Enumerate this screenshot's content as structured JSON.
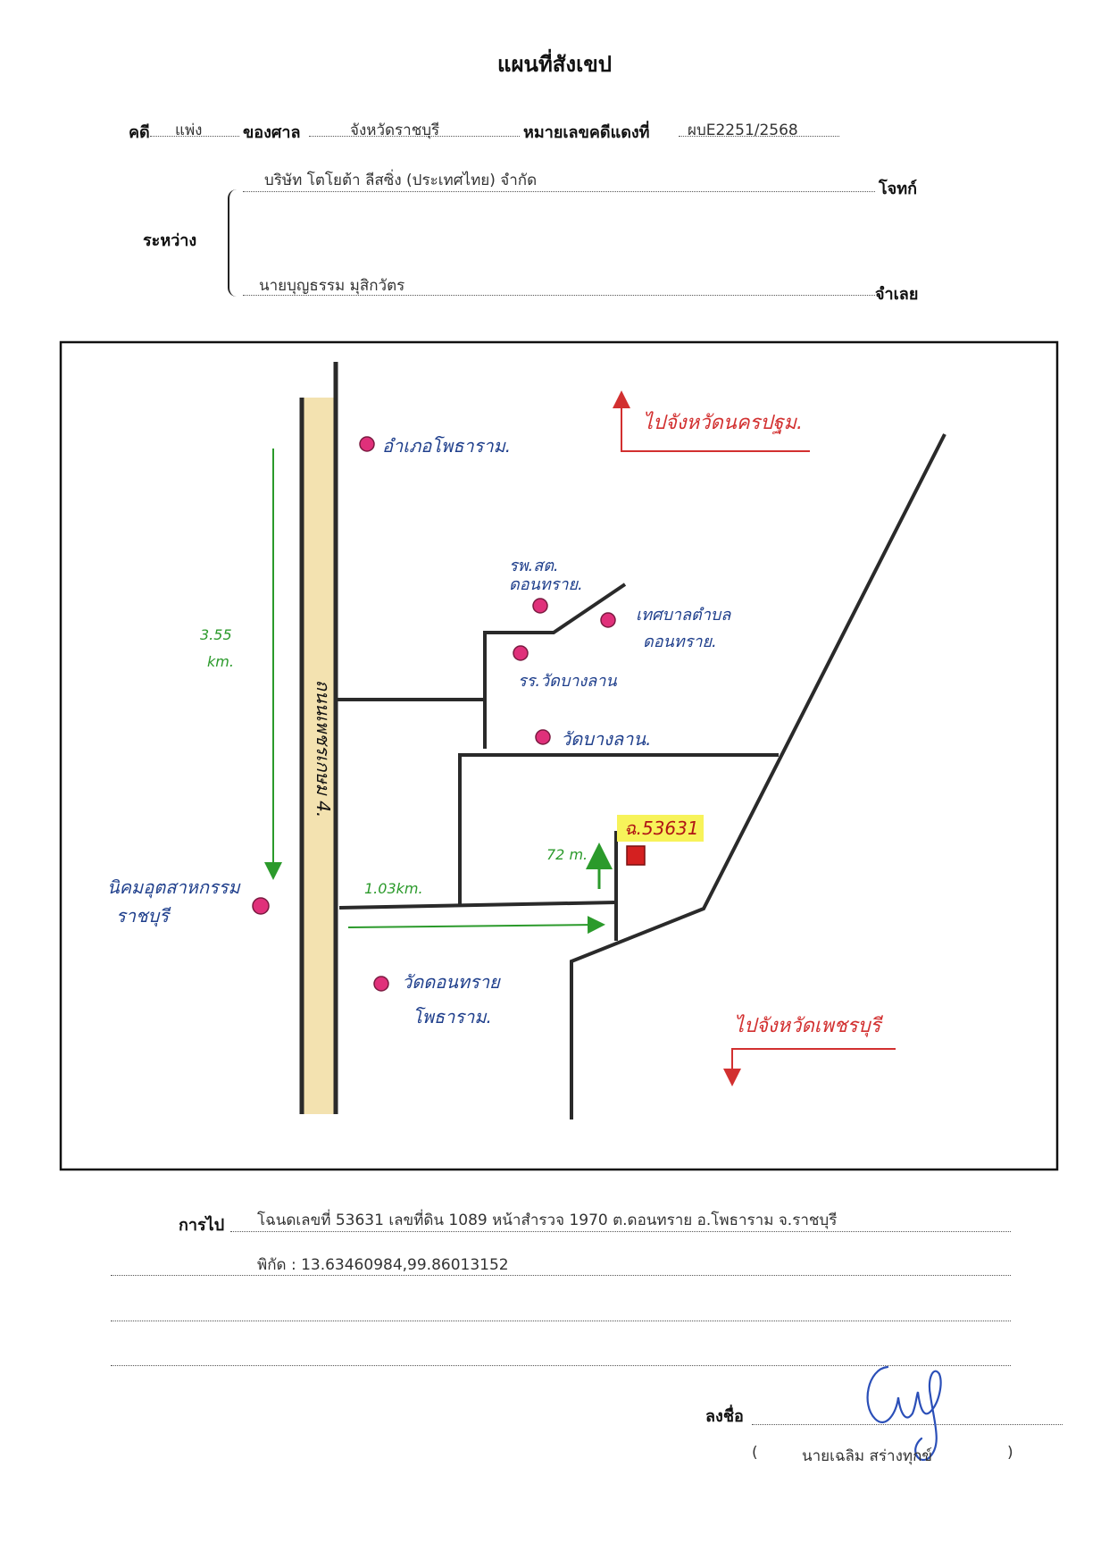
{
  "header": {
    "title": "แผนที่สังเขป",
    "case_label": "คดี",
    "case_type": "แพ่ง",
    "court_label": "ของศาล",
    "court_name": "จังหวัดราชบุรี",
    "red_case_label": "หมายเลขคดีแดงที่",
    "red_case_no": "ผบE2251/2568"
  },
  "parties": {
    "between_label": "ระหว่าง",
    "plaintiff_name": "บริษัท โตโยต้า ลีสซิ่ง (ประเทศไทย) จำกัด",
    "plaintiff_label": "โจทก์",
    "defendant_name": "นายบุญธรรม มุสิกวัตร",
    "defendant_label": "จำเลย"
  },
  "map": {
    "road_label": "ถนนเพชรเกษม 4.",
    "places": [
      {
        "key": "district",
        "text": "อำเภอโพธาราม."
      },
      {
        "key": "hospital_1",
        "text": "รพ.สต."
      },
      {
        "key": "hospital_2",
        "text": "ดอนทราย."
      },
      {
        "key": "municipal_1",
        "text": "เทศบาลตำบล"
      },
      {
        "key": "municipal_2",
        "text": "ดอนทราย."
      },
      {
        "key": "school",
        "text": "รร.วัดบางลาน"
      },
      {
        "key": "temple_banglan",
        "text": "วัดบางลาน."
      },
      {
        "key": "estate_1",
        "text": "นิคมอุตสาหกรรม"
      },
      {
        "key": "estate_2",
        "text": "ราชบุรี"
      },
      {
        "key": "temple_donsai_1",
        "text": "วัดดอนทราย"
      },
      {
        "key": "temple_donsai_2",
        "text": "โพธาราม."
      }
    ],
    "distance_vertical_1": "3.55",
    "distance_vertical_2": "km.",
    "distance_horizontal": "1.03km.",
    "distance_short": "72 m.",
    "target_label": "ฉ.53631",
    "to_north": "ไปจังหวัดนครปฐม.",
    "to_south": "ไปจังหวัดเพชรบุรี",
    "colors": {
      "pin": "#e0307a",
      "road": "#2a2a2a",
      "road_fill": "#f3e2b0",
      "distance": "#2b9a2b",
      "direction": "#d23030",
      "target": "#d42020",
      "highlight": "#f7f35a"
    }
  },
  "footer": {
    "directions_label": "การไป",
    "directions_line1": "โฉนดเลขที่ 53631  เลขที่ดิน 1089 หน้าสำรวจ 1970 ต.ดอนทราย  อ.โพธาราม  จ.ราชบุรี",
    "coords_line": "พิกัด :   13.63460984,99.86013152",
    "sign_label": "ลงชื่อ",
    "signer_open": "(",
    "signer_name": "นายเฉลิม  สร่างทุกข์",
    "signer_close": ")"
  }
}
